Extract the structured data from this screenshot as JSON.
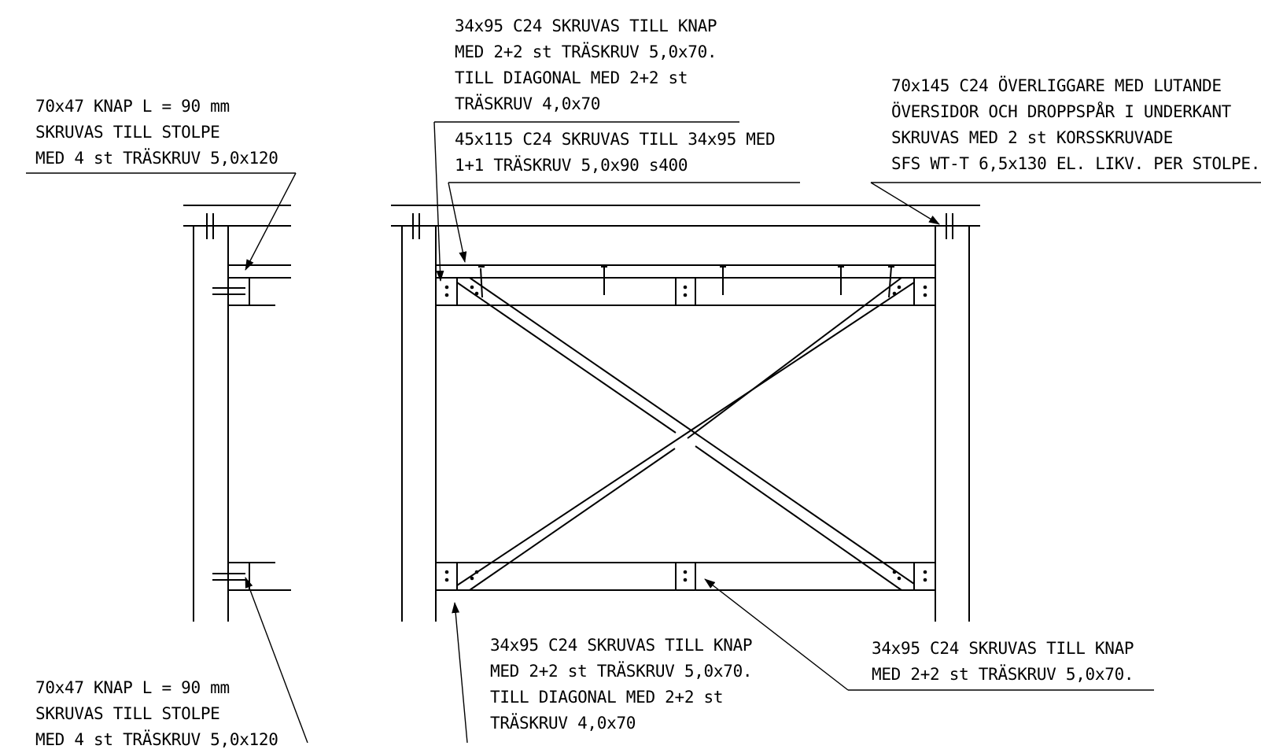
{
  "annotations": {
    "knap_top_left": [
      "70x47 KNAP L = 90 mm",
      "SKRUVAS TILL STOLPE",
      "MED 4 st TRÄSKRUV 5,0x120"
    ],
    "board_top_knap": [
      "34x95 C24 SKRUVAS TILL KNAP",
      "MED 2+2 st TRÄSKRUV 5,0x70.",
      "TILL DIAGONAL MED 2+2 st",
      "TRÄSKRUV 4,0x70"
    ],
    "board_top_45": [
      "45x115 C24 SKRUVAS TILL 34x95 MED",
      "1+1 TRÄSKRUV 5,0x90 s400"
    ],
    "overliggare": [
      "70x145 C24 ÖVERLIGGARE MED LUTANDE",
      "ÖVERSIDOR OCH DROPPSPÅR I UNDERKANT",
      "SKRUVAS MED 2 st KORSSKRUVADE",
      "SFS WT-T 6,5x130 EL. LIKV. PER STOLPE."
    ],
    "knap_bottom_left": [
      "70x47 KNAP L = 90 mm",
      "SKRUVAS TILL STOLPE",
      "MED 4 st TRÄSKRUV 5,0x120"
    ],
    "board_bottom_knap": [
      "34x95 C24 SKRUVAS TILL KNAP",
      "MED 2+2 st TRÄSKRUV 5,0x70.",
      "TILL DIAGONAL MED 2+2 st",
      "TRÄSKRUV 4,0x70"
    ],
    "board_bottom_right": [
      "34x95 C24 SKRUVAS TILL KNAP",
      "MED 2+2 st TRÄSKRUV 5,0x70."
    ]
  }
}
